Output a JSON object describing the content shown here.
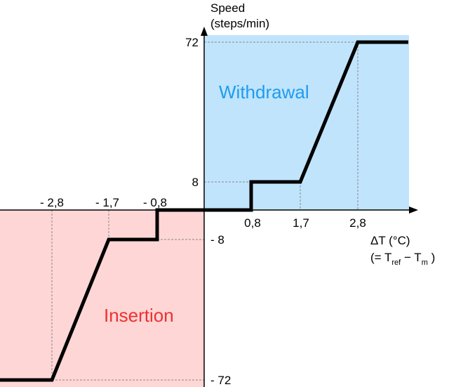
{
  "chart_data": {
    "type": "line",
    "title": "",
    "xlabel": "ΔT (°C) (= Tref − Tm)",
    "ylabel": "Speed (steps/min)",
    "x_ticks": [
      "- 2,8",
      "- 1,7",
      "- 0,8",
      "0,8",
      "1,7",
      "2,8"
    ],
    "y_ticks": [
      "72",
      "8",
      "- 8",
      "- 72"
    ],
    "series": [
      {
        "name": "Speed vs ΔT",
        "x": [
          -3.5,
          -2.8,
          -1.7,
          -0.8,
          -0.8,
          0.8,
          0.8,
          1.7,
          2.8,
          3.5
        ],
        "y": [
          -72,
          -72,
          -8,
          -8,
          0,
          0,
          8,
          8,
          72,
          72
        ]
      }
    ],
    "regions": [
      {
        "name": "Withdrawal",
        "quadrant": "upper-right",
        "fill": "#c0e4fc",
        "text_color": "#1e9cf0"
      },
      {
        "name": "Insertion",
        "quadrant": "lower-left",
        "fill": "#ffd6d6",
        "text_color": "#ee3030"
      }
    ],
    "grid": false,
    "legend": "none"
  },
  "axes": {
    "y_title_line1": "Speed",
    "y_title_line2": "(steps/min)",
    "x_title_line1": "ΔT (°C)",
    "x_title_line2_open": "(= T",
    "x_title_sub_ref": "ref",
    "x_title_dash": " − T",
    "x_title_sub_m": "m",
    "x_title_close": " )"
  },
  "ticks": {
    "x_neg_28": "- 2,8",
    "x_neg_17": "- 1,7",
    "x_neg_08": "- 0,8",
    "x_pos_08": "0,8",
    "x_pos_17": "1,7",
    "x_pos_28": "2,8",
    "y_pos_72": "72",
    "y_pos_8": "8",
    "y_neg_8": "- 8",
    "y_neg_72": "- 72"
  },
  "regions": {
    "withdrawal_label": "Withdrawal",
    "insertion_label": "Insertion"
  },
  "colors": {
    "withdrawal_fill": "#c0e4fc",
    "withdrawal_text": "#1e9cf0",
    "insertion_fill": "#ffd6d6",
    "insertion_text": "#ee3030",
    "curve": "#000000",
    "guide": "#888888"
  }
}
